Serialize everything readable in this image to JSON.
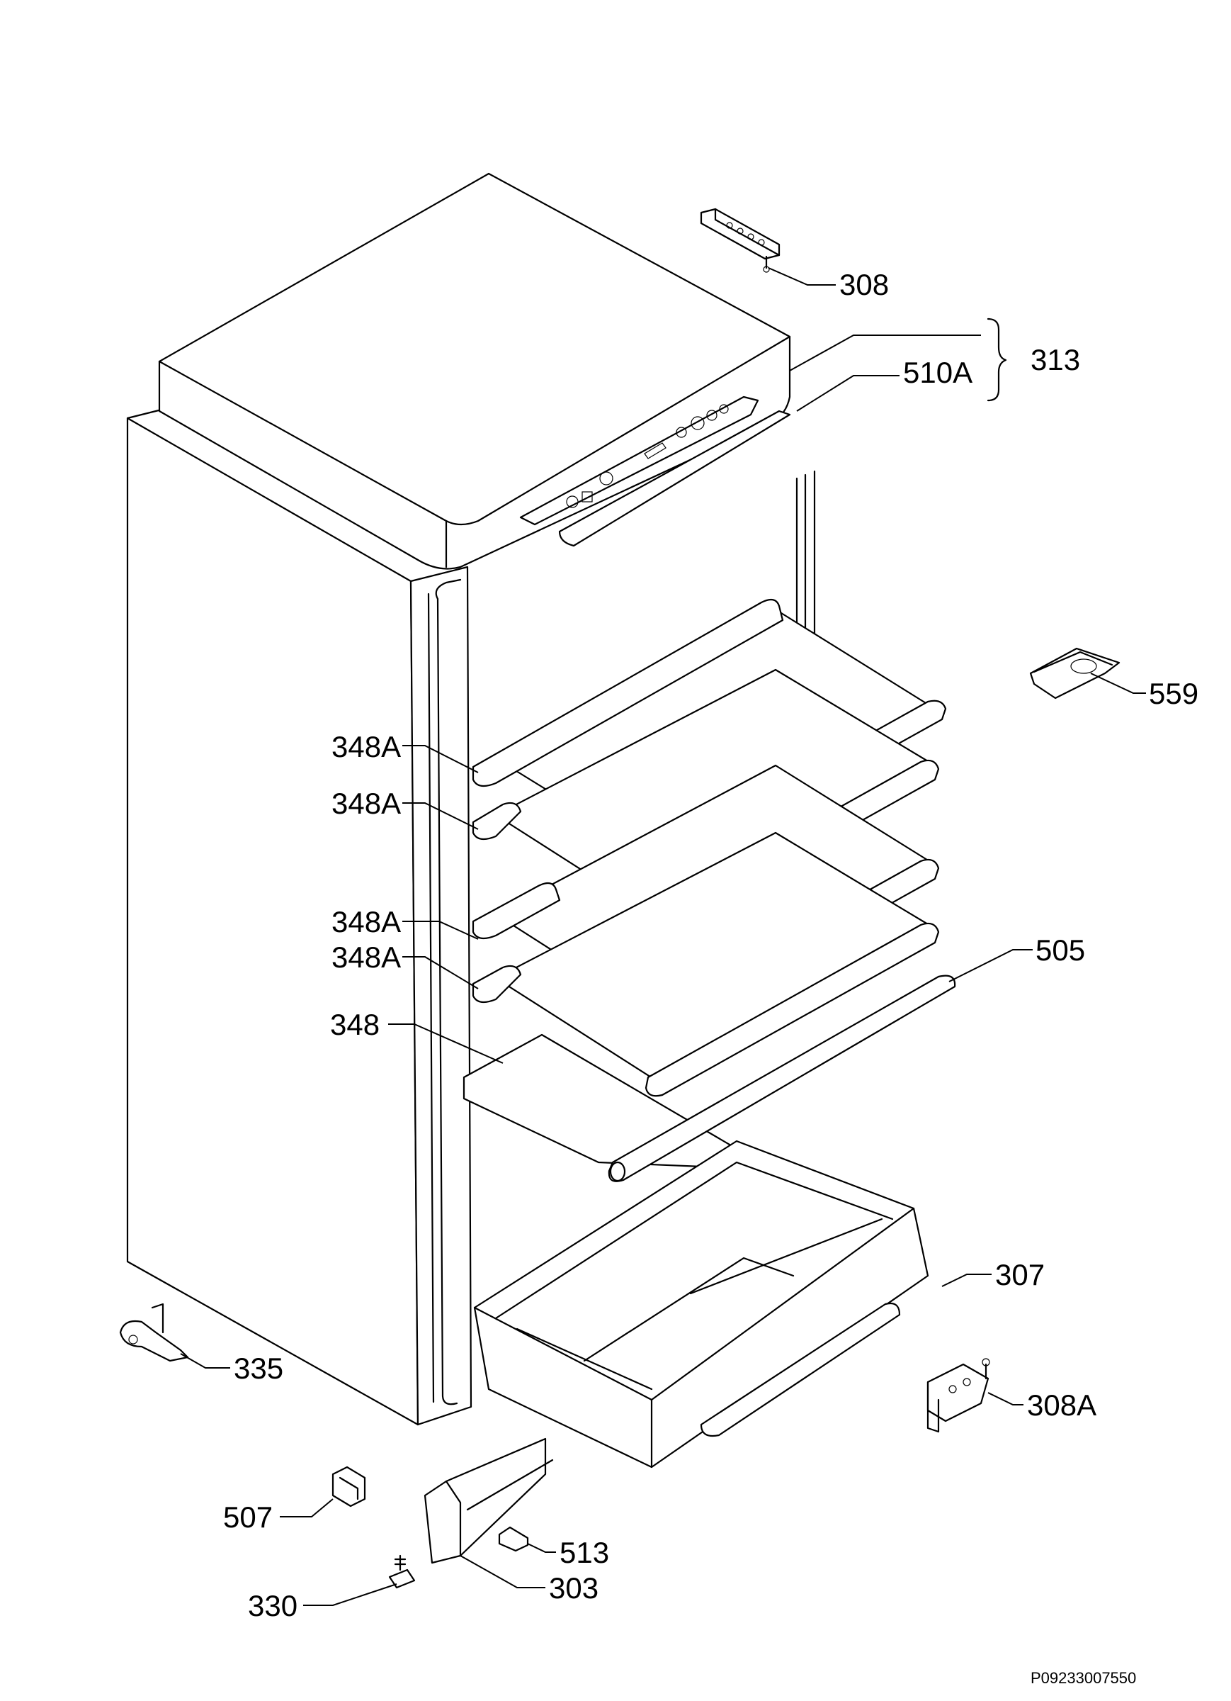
{
  "diagram": {
    "reference_code": "P09233007550",
    "brace_group_label": "313",
    "callouts": {
      "hinge_top": "308",
      "group_313": "313",
      "control_panel": "510A",
      "light_cover": "559",
      "shelf_1": "348A",
      "shelf_2": "348A",
      "shelf_3": "348A",
      "shelf_4": "348A",
      "shelf_glass": "348",
      "shelf_trim": "505",
      "crisper_drawer": "307",
      "hinge_bottom_right": "308A",
      "hinge_bottom_left": "335",
      "clip": "507",
      "cover_small": "513",
      "foot": "330",
      "plinth": "303"
    }
  }
}
